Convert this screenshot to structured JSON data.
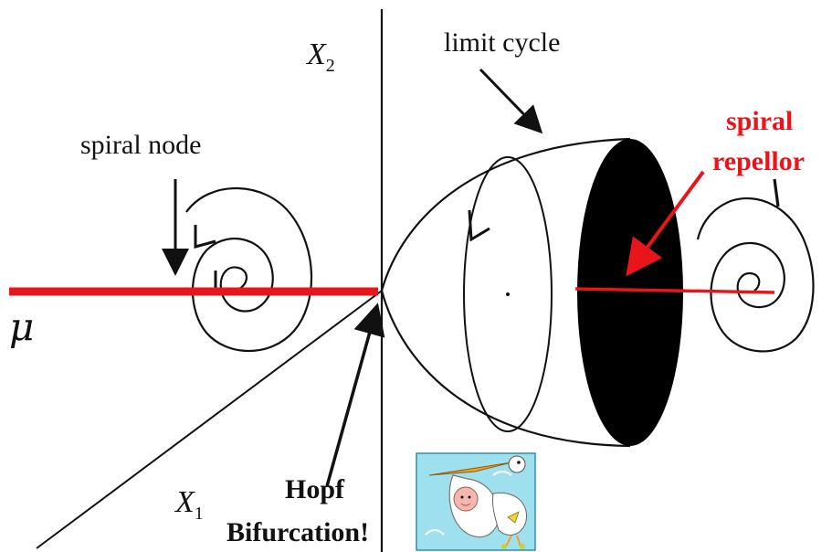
{
  "labels": {
    "mu": "μ",
    "x2_main": "X",
    "x2_sub": "2",
    "x1_main": "X",
    "x1_sub": "1",
    "limit_cycle": "limit cycle",
    "spiral_node": "spiral node",
    "spiral_repellor_line1": "spiral",
    "spiral_repellor_line2": "repellor",
    "hopf_line1": "Hopf",
    "hopf_line2": "Bifurcation!"
  },
  "colors": {
    "ink": "#111111",
    "red": "#e8151b",
    "sky": "#9fe0ee",
    "paper": "#ffffff"
  },
  "icons": {
    "stork_baby": "stork-carrying-baby-icon"
  }
}
